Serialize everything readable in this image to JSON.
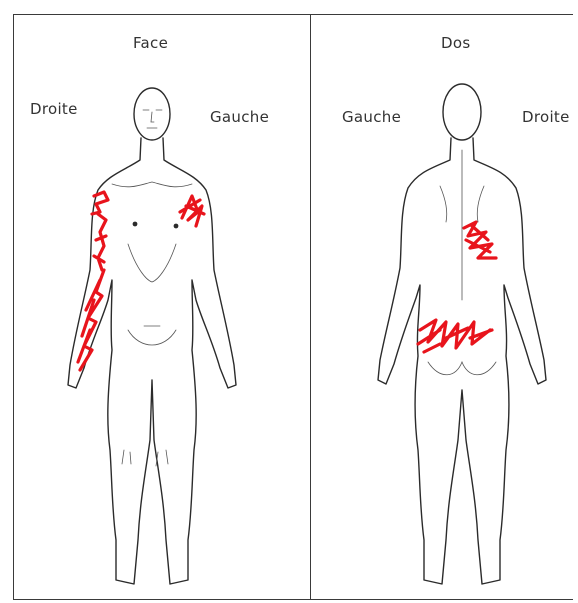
{
  "panels": {
    "front": {
      "title": "Face",
      "left_label": "Droite",
      "right_label": "Gauche"
    },
    "back": {
      "title": "Dos",
      "left_label": "Gauche",
      "right_label": "Droite"
    }
  },
  "colors": {
    "pain_mark": "#e8141c",
    "outline": "#2b2b2b",
    "background": "#ffffff"
  }
}
